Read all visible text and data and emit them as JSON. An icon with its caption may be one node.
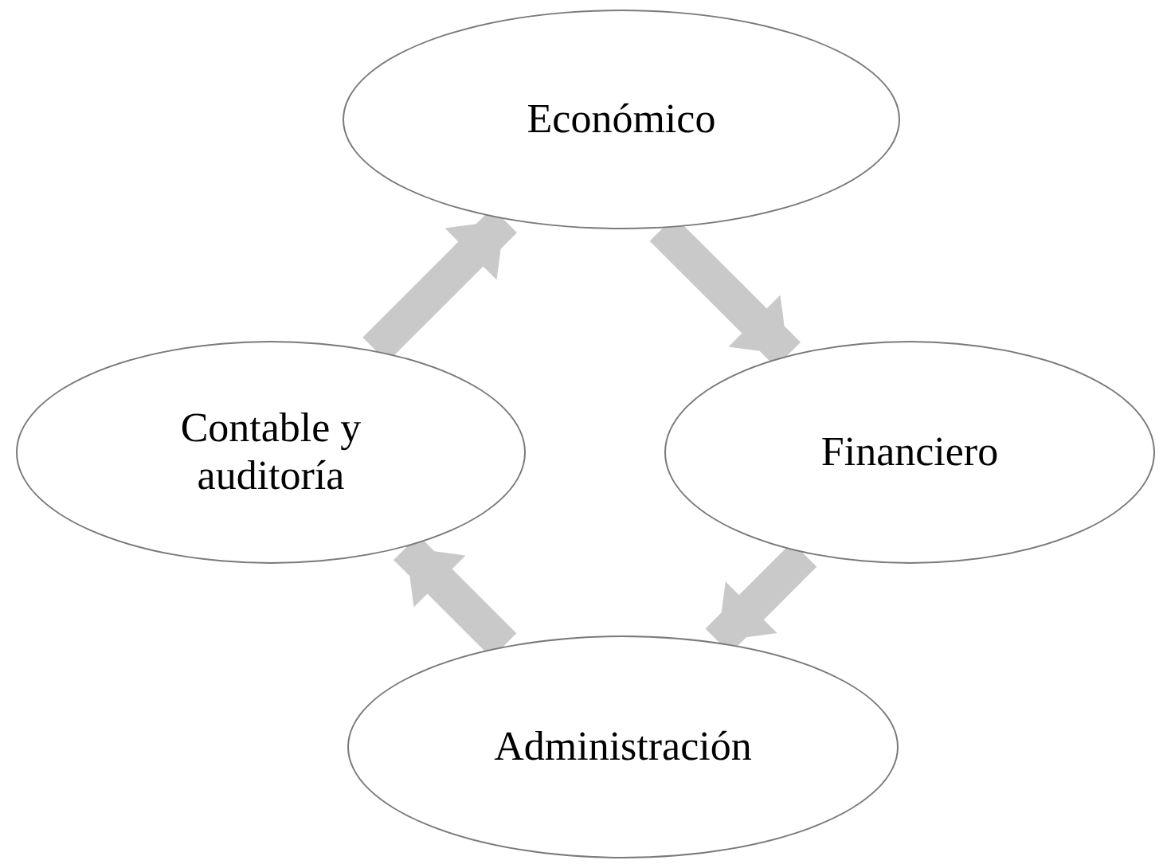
{
  "diagram": {
    "nodes": [
      {
        "text": [
          "Económico"
        ]
      },
      {
        "text": [
          "Financiero"
        ]
      },
      {
        "text": [
          "Administración"
        ]
      },
      {
        "text": [
          "Contable y auditoría"
        ]
      }
    ],
    "edges": [
      {
        "from": 0,
        "to": 1,
        "arrow": "to"
      },
      {
        "from": 1,
        "to": 2,
        "arrow": "to"
      },
      {
        "from": 2,
        "to": 3,
        "arrow": "to"
      },
      {
        "from": 3,
        "to": 0,
        "arrow": "to"
      }
    ]
  }
}
